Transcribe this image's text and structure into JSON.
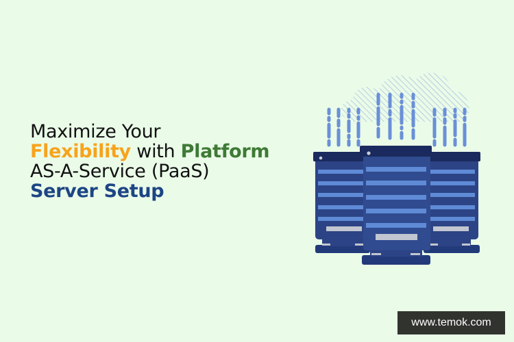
{
  "headline": {
    "line1": "Maximize Your",
    "line2_part1": "Flexibility",
    "line2_part2": "with",
    "line2_part3": "Platform",
    "line3": "AS-A-Service (PaaS)",
    "line4": "Server Setup"
  },
  "watermark": {
    "url": "www.temok.com"
  },
  "illustration": {
    "icons": [
      "cloud-icon",
      "data-stream-icon",
      "server-rack-icon"
    ]
  },
  "colors": {
    "background": "#eafbe8",
    "orange": "#f7a31c",
    "green": "#3e7a35",
    "navy": "#1d4585",
    "server_body": "#2c4485",
    "server_cap": "#1a2a5e",
    "server_slot": "#5f8ad6",
    "data_stream": "#6a8fd8",
    "badge_bg": "#31332f"
  }
}
